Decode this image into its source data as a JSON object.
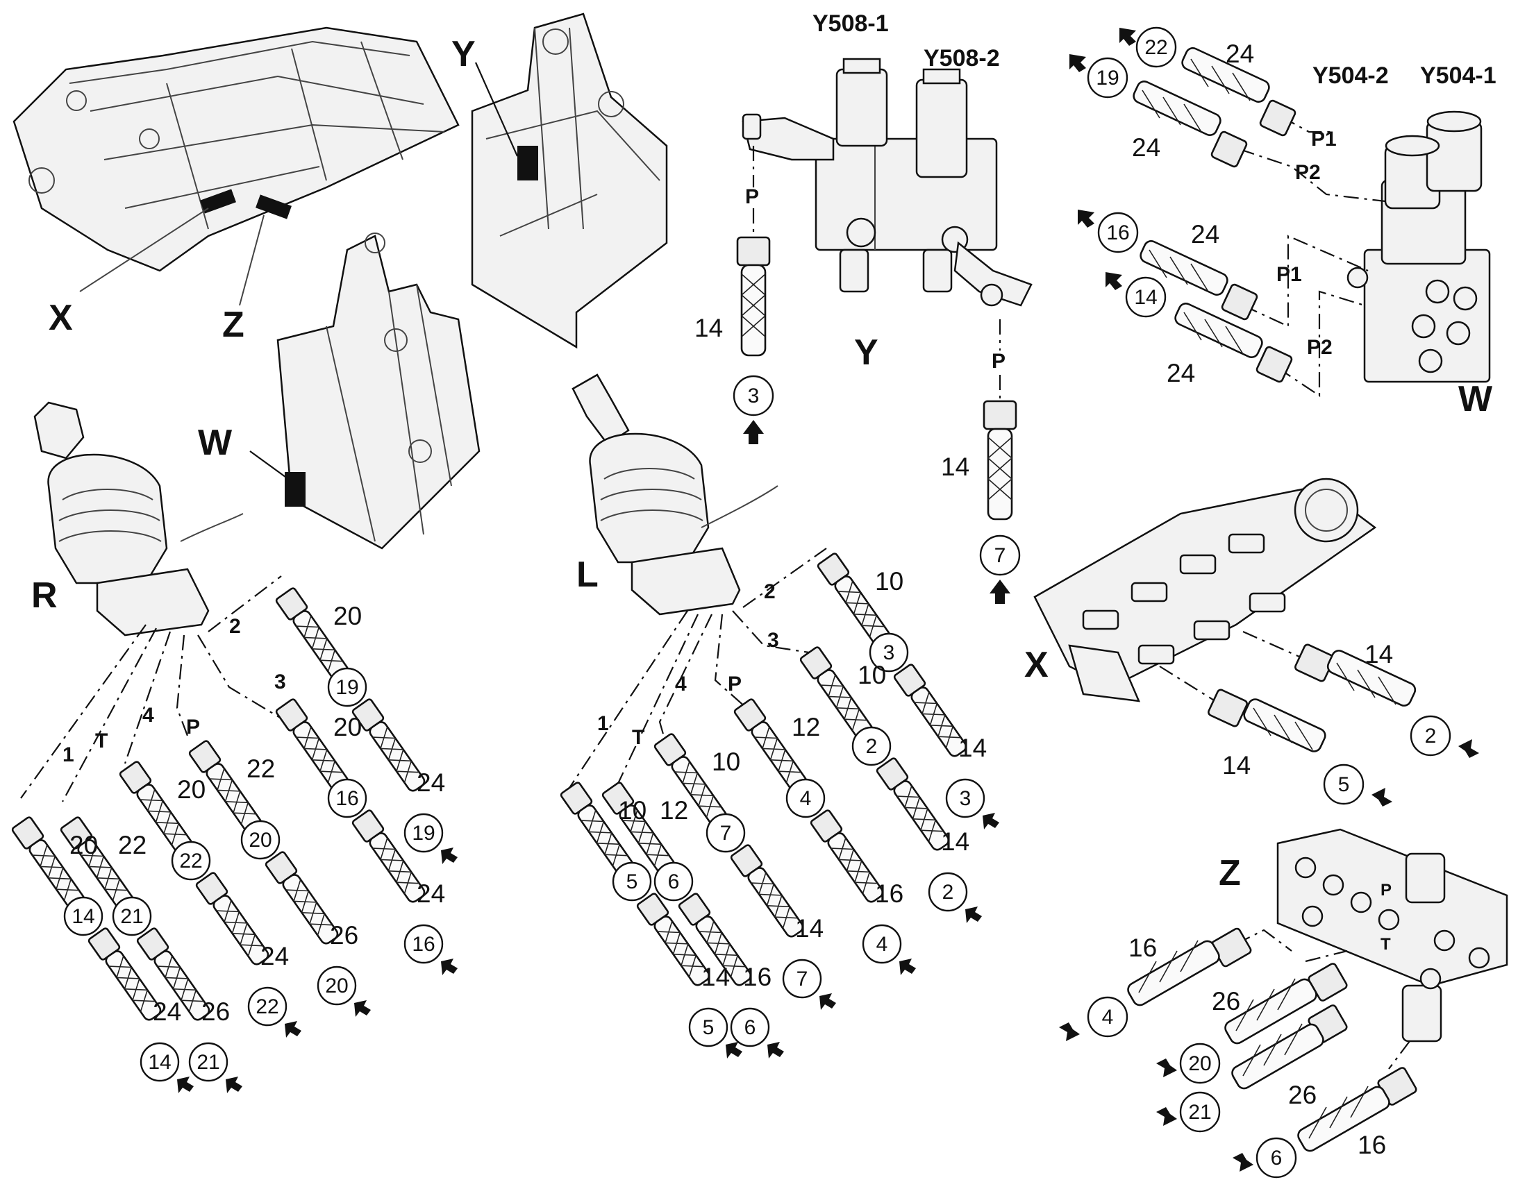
{
  "callouts": {
    "X_top": "X",
    "Z_top": "Z",
    "Y_top": "Y",
    "W_mid": "W",
    "Y_valve": "Y",
    "W_valve": "W",
    "R": "R",
    "L": "L",
    "X_block": "X",
    "Z_block": "Z"
  },
  "solenoids": {
    "y508_1": "Y508-1",
    "y508_2": "Y508-2",
    "y504_2": "Y504-2",
    "y504_1": "Y504-1"
  },
  "ports": {
    "P": "P",
    "P1": "P1",
    "P2": "P2",
    "T": "T",
    "p1": "1",
    "p2": "2",
    "p3": "3",
    "p4": "4"
  },
  "hoses": [
    {
      "id": "h_y3",
      "size": "14",
      "conn": "3"
    },
    {
      "id": "h_y7",
      "size": "14",
      "conn": "7"
    },
    {
      "id": "h_w22",
      "size": "24",
      "conn": "22"
    },
    {
      "id": "h_w19",
      "size": "24",
      "conn": "19"
    },
    {
      "id": "h_w16",
      "size": "24",
      "conn": "16"
    },
    {
      "id": "h_w14",
      "size": "24",
      "conn": "14"
    },
    {
      "id": "h_x2",
      "size": "14",
      "conn": "2"
    },
    {
      "id": "h_x5",
      "size": "14",
      "conn": "5"
    },
    {
      "id": "h_z4",
      "size": "16",
      "conn": "4"
    },
    {
      "id": "h_z20",
      "size": "26",
      "conn": "20"
    },
    {
      "id": "h_z21",
      "size": "26",
      "conn": "21"
    },
    {
      "id": "h_z6",
      "size": "16",
      "conn": "6"
    }
  ],
  "joystick_right": [
    {
      "port": "2",
      "size_a": "20",
      "mid": "19",
      "size_b": "24",
      "end": "19"
    },
    {
      "port": "3",
      "size_a": "20",
      "mid": "16",
      "size_b": "24",
      "end": "16"
    },
    {
      "port": "P",
      "size_a": "22",
      "mid": "20",
      "size_b": "26",
      "end": "20"
    },
    {
      "port": "4",
      "size_a": "20",
      "mid": "22",
      "size_b": "24",
      "end": "22"
    },
    {
      "port": "T",
      "size_a": "22",
      "mid": "21",
      "size_b": "26",
      "end": "21"
    },
    {
      "port": "1",
      "size_a": "20",
      "mid": "14",
      "size_b": "24",
      "end": "14"
    }
  ],
  "joystick_left": [
    {
      "port": "2",
      "size_a": "10",
      "mid": "3",
      "size_b": "14",
      "end": "3"
    },
    {
      "port": "3",
      "size_a": "10",
      "mid": "2",
      "size_b": "14",
      "end": "2"
    },
    {
      "port": "P",
      "size_a": "12",
      "mid": "4",
      "size_b": "16",
      "end": "4"
    },
    {
      "port": "4",
      "size_a": "10",
      "mid": "7",
      "size_b": "14",
      "end": "7"
    },
    {
      "port": "T",
      "size_a": "12",
      "mid": "6",
      "size_b": "16",
      "end": "6"
    },
    {
      "port": "1",
      "size_a": "10",
      "mid": "5",
      "size_b": "14",
      "end": "5"
    }
  ]
}
